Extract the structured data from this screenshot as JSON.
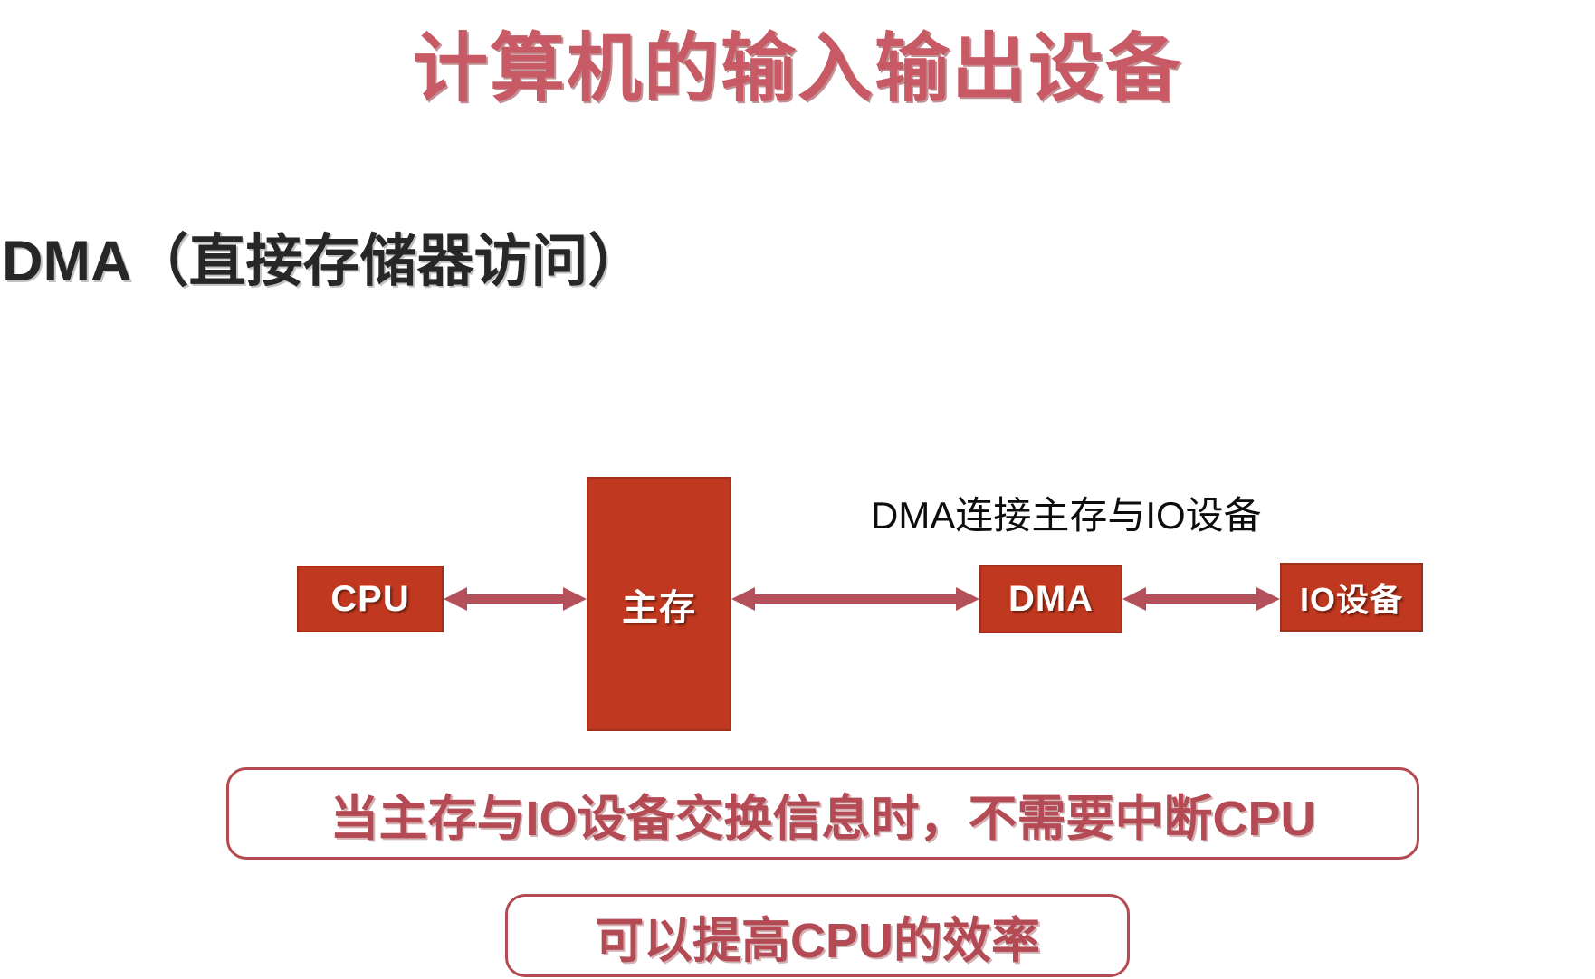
{
  "slide": {
    "title": "计算机的输入输出设备",
    "sub_heading": "DMA（直接存储器访问）",
    "title_color": "#c75a64",
    "heading_color": "#272727",
    "background_color": "#ffffff"
  },
  "diagram": {
    "caption": "DMA连接主存与IO设备",
    "node_fill_color": "#c0381f",
    "node_border_color": "#9d2f1c",
    "node_text_color": "#ffffff",
    "arrow_color": "#b4505a",
    "nodes": [
      {
        "id": "cpu",
        "label": "CPU"
      },
      {
        "id": "main-memory",
        "label": "主存"
      },
      {
        "id": "dma",
        "label": "DMA"
      },
      {
        "id": "io-device",
        "label": "IO设备"
      }
    ],
    "connections": [
      {
        "from": "CPU",
        "to": "主存",
        "style": "double-arrow"
      },
      {
        "from": "主存",
        "to": "DMA",
        "style": "double-arrow"
      },
      {
        "from": "DMA",
        "to": "IO设备",
        "style": "double-arrow"
      }
    ]
  },
  "callouts": {
    "border_color": "#b44a4f",
    "text_color": "#b34a54",
    "items": [
      {
        "text": "当主存与IO设备交换信息时，不需要中断CPU"
      },
      {
        "text": "可以提高CPU的效率"
      }
    ]
  }
}
